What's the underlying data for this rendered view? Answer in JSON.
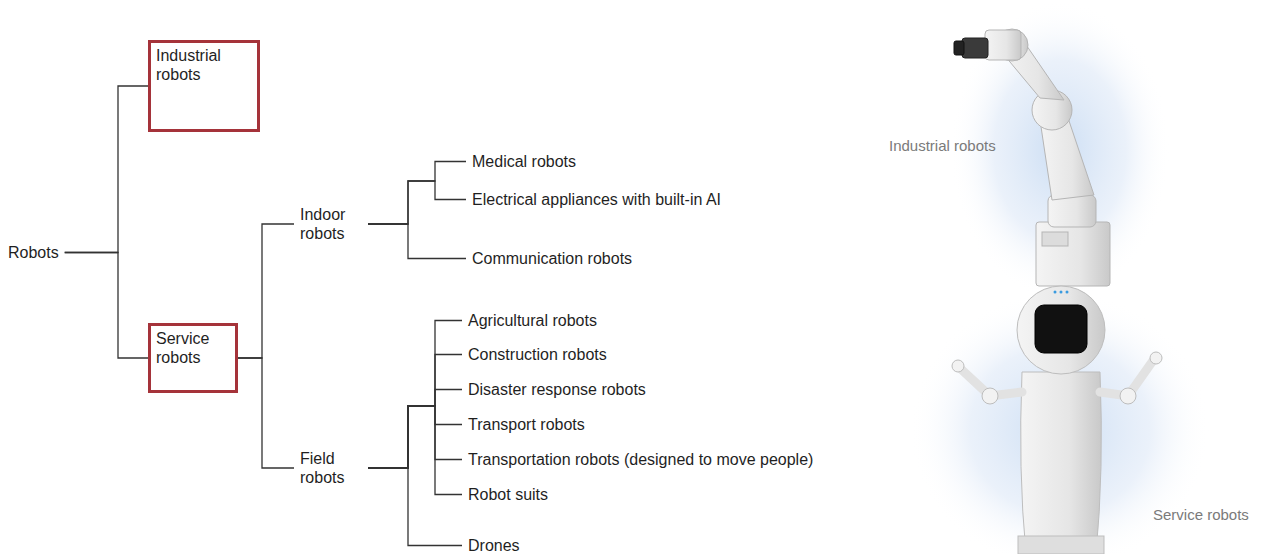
{
  "diagram": {
    "nodes": [
      {
        "text": [
          "Robots"
        ]
      },
      {
        "text": [
          "Industrial robots"
        ]
      },
      {
        "text": [
          "Service robots"
        ]
      },
      {
        "text": [
          "Indoor robots"
        ]
      },
      {
        "text": [
          "Medical robots"
        ]
      },
      {
        "text": [
          "Electrical appliances with built-in AI"
        ]
      },
      {
        "text": [
          "Communication robots"
        ]
      },
      {
        "text": [
          "Field robots"
        ]
      },
      {
        "text": [
          "Agricultural robots"
        ]
      },
      {
        "text": [
          "Construction robots"
        ]
      },
      {
        "text": [
          "Disaster response robots"
        ]
      },
      {
        "text": [
          "Transport robots"
        ]
      },
      {
        "text": [
          "Transportation robots (designed to move people)"
        ]
      },
      {
        "text": [
          "Robot suits"
        ]
      },
      {
        "text": [
          "Drones"
        ]
      }
    ],
    "edges": [
      {
        "from": 0,
        "to": 1,
        "arrow": "none"
      },
      {
        "from": 0,
        "to": 2,
        "arrow": "none"
      },
      {
        "from": 2,
        "to": 3,
        "arrow": "none"
      },
      {
        "from": 2,
        "to": 7,
        "arrow": "none"
      },
      {
        "from": 3,
        "to": 4,
        "arrow": "none"
      },
      {
        "from": 3,
        "to": 5,
        "arrow": "none"
      },
      {
        "from": 3,
        "to": 6,
        "arrow": "none"
      },
      {
        "from": 7,
        "to": 8,
        "arrow": "none"
      },
      {
        "from": 7,
        "to": 9,
        "arrow": "none"
      },
      {
        "from": 7,
        "to": 10,
        "arrow": "none"
      },
      {
        "from": 7,
        "to": 11,
        "arrow": "none"
      },
      {
        "from": 7,
        "to": 12,
        "arrow": "none"
      },
      {
        "from": 7,
        "to": 13,
        "arrow": "none"
      },
      {
        "from": 7,
        "to": 14,
        "arrow": "none"
      }
    ],
    "labels": [
      "Industrial robots",
      "Service robots"
    ]
  }
}
